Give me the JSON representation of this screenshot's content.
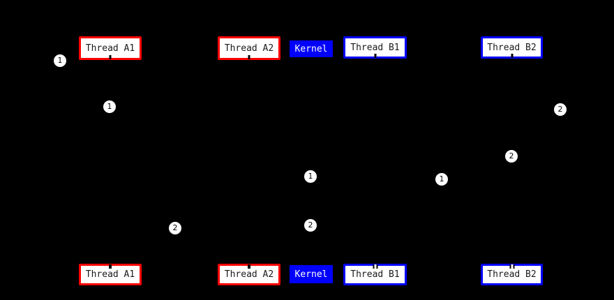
{
  "diagram": {
    "type": "sequence-diagram",
    "background_color": "#000000",
    "colors": {
      "thread_a_border": "#ff0000",
      "thread_b_border": "#0000ff",
      "kernel_fill": "#0000ff",
      "box_fill": "#ffffff",
      "box_text": "#1a1a1a",
      "kernel_text": "#ffffff",
      "marker_fill": "#ffffff",
      "marker_text": "#000000"
    },
    "participants": [
      {
        "label": "Thread A1",
        "border_color": "#ff0000",
        "fill_color": "#ffffff",
        "text_color": "#1a1a1a"
      },
      {
        "label": "Thread A2",
        "border_color": "#ff0000",
        "fill_color": "#ffffff",
        "text_color": "#1a1a1a"
      },
      {
        "label": "Kernel",
        "border_color": "#0000ff",
        "fill_color": "#0000ff",
        "text_color": "#ffffff"
      },
      {
        "label": "Thread B1",
        "border_color": "#0000ff",
        "fill_color": "#ffffff",
        "text_color": "#1a1a1a"
      },
      {
        "label": "Thread B2",
        "border_color": "#0000ff",
        "fill_color": "#ffffff",
        "text_color": "#1a1a1a"
      }
    ],
    "step_markers": [
      {
        "label": "1"
      },
      {
        "label": "1"
      },
      {
        "label": "2"
      },
      {
        "label": "2"
      },
      {
        "label": "1"
      },
      {
        "label": "1"
      },
      {
        "label": "2"
      },
      {
        "label": "2"
      }
    ]
  }
}
